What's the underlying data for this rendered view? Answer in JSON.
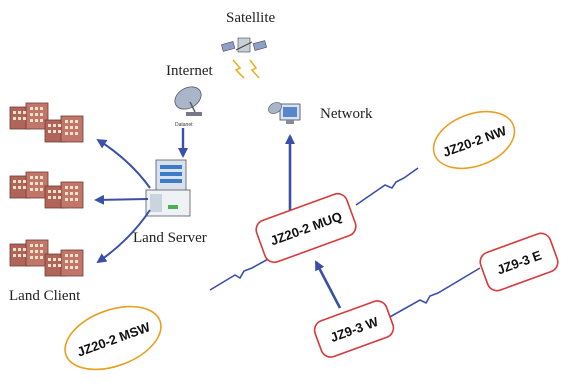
{
  "labels": {
    "satellite": "Satellite",
    "internet": "Internet",
    "network": "Network",
    "land_server": "Land Server",
    "land_client": "Land Client",
    "datanet_caption": "Datanet"
  },
  "nodes": {
    "jz20_2_nw": "JZ20-2 NW",
    "jz20_2_muq": "JZ20-2 MUQ",
    "jz9_3_e": "JZ9-3 E",
    "jz9_3_w": "JZ9-3 W",
    "jz20_2_msw": "JZ20-2 MSW"
  },
  "colors": {
    "arrow": "#3a4fa8",
    "wireless": "#3a4fa8",
    "ellipse_stroke": "#e8a020",
    "rect_stroke": "#d83a3a",
    "building": "#b0645a"
  }
}
